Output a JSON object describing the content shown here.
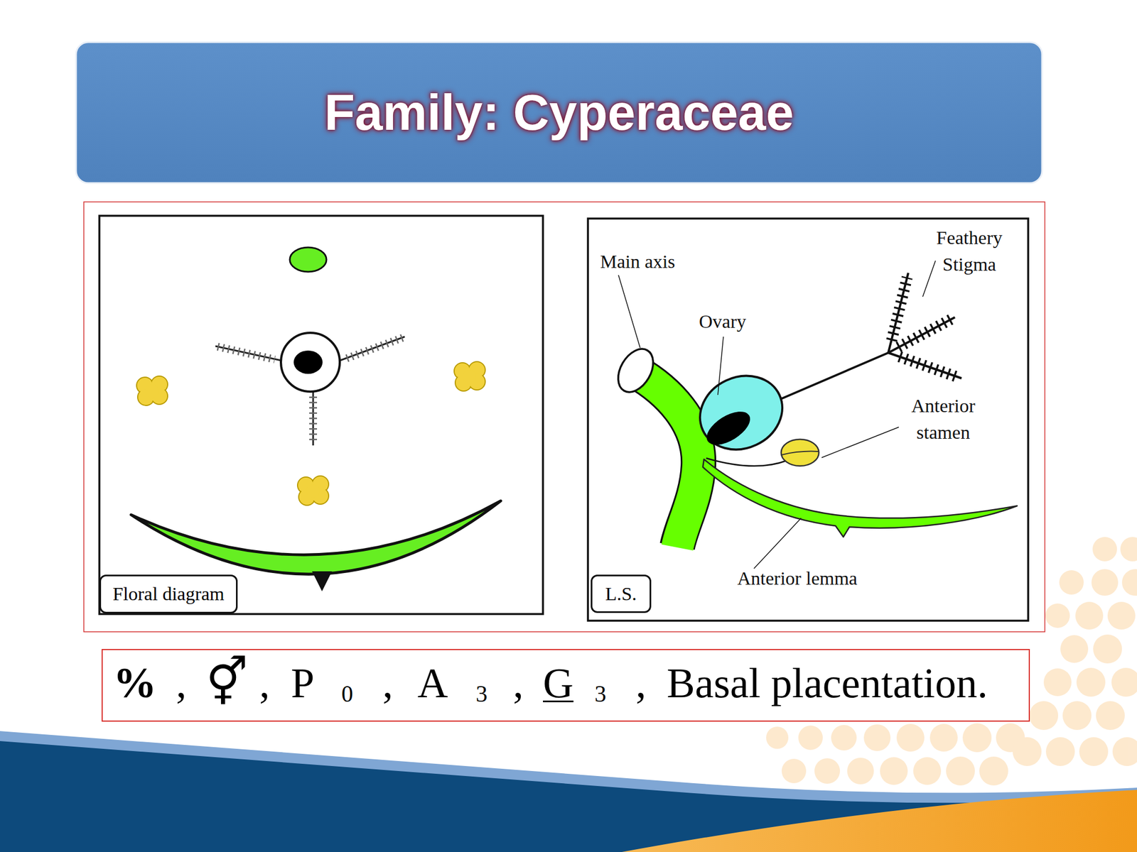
{
  "diagram": {
    "title": "Family: Cyperaceae",
    "nodes": [
      {
        "text": [
          "Floral diagram"
        ]
      },
      {
        "text": [
          "L.S."
        ]
      },
      {
        "text": [
          "%",
          ",",
          "⚥",
          ",",
          "P",
          "0",
          ",",
          "A",
          "3",
          ",",
          "G",
          "3",
          ",",
          "Basal placentation."
        ]
      }
    ],
    "labels": [
      "Main axis",
      "Feathery Stigma",
      "Ovary",
      "Anterior stamen",
      "Anterior lemma"
    ]
  }
}
